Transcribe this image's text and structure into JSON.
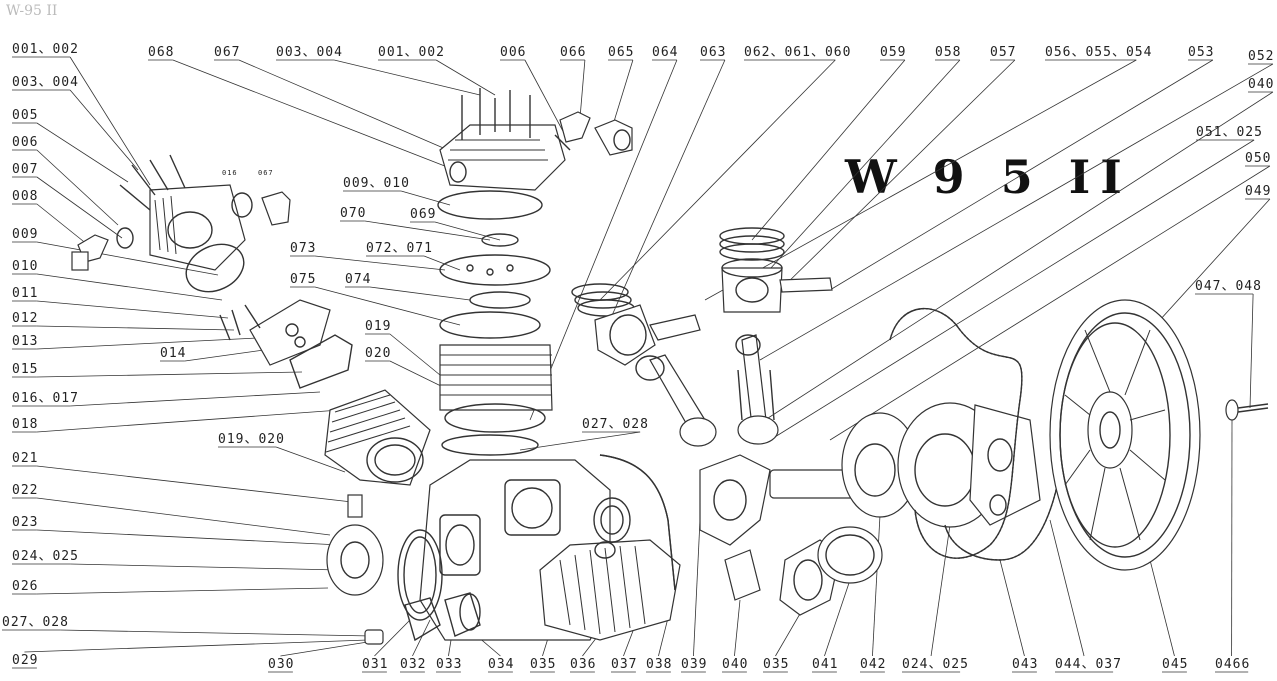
{
  "header_title": "W-95 II",
  "model_title": "W 9 5  II",
  "labels": [
    {
      "id": "l-001-002-a",
      "text": "001、002"
    },
    {
      "id": "l-003-004-a",
      "text": "003、004"
    },
    {
      "id": "l-005",
      "text": "005"
    },
    {
      "id": "l-006-a",
      "text": "006"
    },
    {
      "id": "l-007",
      "text": "007"
    },
    {
      "id": "l-008",
      "text": "008"
    },
    {
      "id": "l-009",
      "text": "009"
    },
    {
      "id": "l-010",
      "text": "010"
    },
    {
      "id": "l-011",
      "text": "011"
    },
    {
      "id": "l-012",
      "text": "012"
    },
    {
      "id": "l-013",
      "text": "013"
    },
    {
      "id": "l-014",
      "text": "014"
    },
    {
      "id": "l-015",
      "text": "015"
    },
    {
      "id": "l-016-017",
      "text": "016、017"
    },
    {
      "id": "l-018",
      "text": "018"
    },
    {
      "id": "l-019-020-a",
      "text": "019、020"
    },
    {
      "id": "l-021",
      "text": "021"
    },
    {
      "id": "l-022",
      "text": "022"
    },
    {
      "id": "l-023",
      "text": "023"
    },
    {
      "id": "l-024-025-a",
      "text": "024、025"
    },
    {
      "id": "l-026",
      "text": "026"
    },
    {
      "id": "l-027-028-a",
      "text": "027、028"
    },
    {
      "id": "l-029",
      "text": "029"
    },
    {
      "id": "l-068",
      "text": "068"
    },
    {
      "id": "l-067",
      "text": "067"
    },
    {
      "id": "l-003-004-b",
      "text": "003、004"
    },
    {
      "id": "l-001-002-b",
      "text": "001、002"
    },
    {
      "id": "l-006-b",
      "text": "006"
    },
    {
      "id": "l-066",
      "text": "066"
    },
    {
      "id": "l-065",
      "text": "065"
    },
    {
      "id": "l-064",
      "text": "064"
    },
    {
      "id": "l-063",
      "text": "063"
    },
    {
      "id": "l-062-061-060",
      "text": "062、061、060"
    },
    {
      "id": "l-059",
      "text": "059"
    },
    {
      "id": "l-058",
      "text": "058"
    },
    {
      "id": "l-057",
      "text": "057"
    },
    {
      "id": "l-056-055-054",
      "text": "056、055、054"
    },
    {
      "id": "l-053",
      "text": "053"
    },
    {
      "id": "l-052",
      "text": "052"
    },
    {
      "id": "l-040-r",
      "text": "040"
    },
    {
      "id": "l-051-025",
      "text": "051、025"
    },
    {
      "id": "l-050",
      "text": "050"
    },
    {
      "id": "l-049",
      "text": "049"
    },
    {
      "id": "l-047-048",
      "text": "047、048"
    },
    {
      "id": "l-009-010",
      "text": "009、010"
    },
    {
      "id": "l-070",
      "text": "070"
    },
    {
      "id": "l-069",
      "text": "069"
    },
    {
      "id": "l-073",
      "text": "073"
    },
    {
      "id": "l-072-071",
      "text": "072、071"
    },
    {
      "id": "l-075",
      "text": "075"
    },
    {
      "id": "l-074",
      "text": "074"
    },
    {
      "id": "l-019",
      "text": "019"
    },
    {
      "id": "l-020",
      "text": "020"
    },
    {
      "id": "l-027-028-b",
      "text": "027、028"
    },
    {
      "id": "l-030",
      "text": "030"
    },
    {
      "id": "l-031",
      "text": "031"
    },
    {
      "id": "l-032",
      "text": "032"
    },
    {
      "id": "l-033",
      "text": "033"
    },
    {
      "id": "l-034",
      "text": "034"
    },
    {
      "id": "l-035-a",
      "text": "035"
    },
    {
      "id": "l-036",
      "text": "036"
    },
    {
      "id": "l-037",
      "text": "037"
    },
    {
      "id": "l-038",
      "text": "038"
    },
    {
      "id": "l-039",
      "text": "039"
    },
    {
      "id": "l-040-b",
      "text": "040"
    },
    {
      "id": "l-035-b",
      "text": "035"
    },
    {
      "id": "l-041",
      "text": "041"
    },
    {
      "id": "l-042",
      "text": "042"
    },
    {
      "id": "l-024-025-b",
      "text": "024、025"
    },
    {
      "id": "l-043",
      "text": "043"
    },
    {
      "id": "l-044-037",
      "text": "044、037"
    },
    {
      "id": "l-045",
      "text": "045"
    },
    {
      "id": "l-0466",
      "text": "0466"
    }
  ],
  "tiny_marks": {
    "mark_a": "016",
    "mark_b": "067"
  }
}
